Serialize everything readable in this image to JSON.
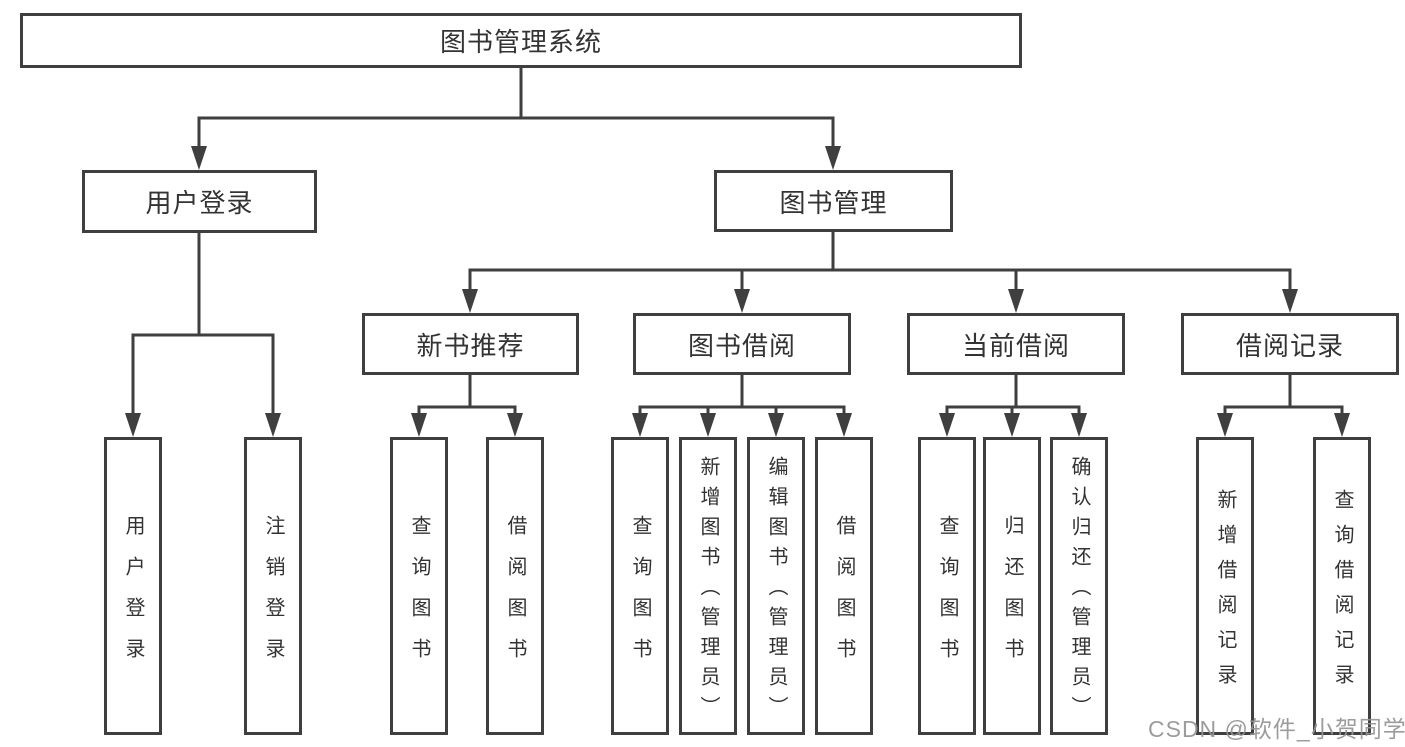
{
  "diagram_type": "tree",
  "nodes": {
    "root": "图书管理系统",
    "userLogin": "用户登录",
    "bookMgmt": "图书管理",
    "newBooks": "新书推荐",
    "bookBorrow": "图书借阅",
    "currentBorrow": "当前借阅",
    "borrowRecords": "借阅记录",
    "leafUserLogin": "用户登录",
    "leafLogout": "注销登录",
    "nbQueryBooks": "查询图书",
    "nbBorrowBooks": "借阅图书",
    "bbQueryBooks": "查询图书",
    "bbAddBooks": "新增图书（管理员）",
    "bbEditBooks": "编辑图书（管理员）",
    "bbBorrowBooks": "借阅图书",
    "cbQueryBooks": "查询图书",
    "cbReturnBooks": "归还图书",
    "cbConfirmReturn": "确认归还（管理员）",
    "brAddRecord": "新增借阅记录",
    "brQueryRecord": "查询借阅记录"
  },
  "hierarchy": {
    "图书管理系统": {
      "用户登录": [
        "用户登录",
        "注销登录"
      ],
      "图书管理": {
        "新书推荐": [
          "查询图书",
          "借阅图书"
        ],
        "图书借阅": [
          "查询图书",
          "新增图书（管理员）",
          "编辑图书（管理员）",
          "借阅图书"
        ],
        "当前借阅": [
          "查询图书",
          "归还图书",
          "确认归还（管理员）"
        ],
        "借阅记录": [
          "新增借阅记录",
          "查询借阅记录"
        ]
      }
    }
  },
  "watermark": "CSDN @软件_小贺同学",
  "colors": {
    "line": "#3f3f3f",
    "text": "#333333",
    "watermark": "#949494",
    "background": "#ffffff"
  }
}
